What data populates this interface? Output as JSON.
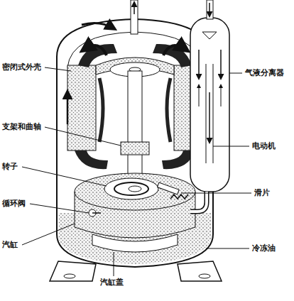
{
  "diagram": {
    "labels": [
      "密闭式外壳",
      "气液分离器",
      "支架和曲轴",
      "电动机",
      "转子",
      "滑片",
      "循环阀",
      "汽缸",
      "冷冻油",
      "汽缸盖"
    ]
  }
}
